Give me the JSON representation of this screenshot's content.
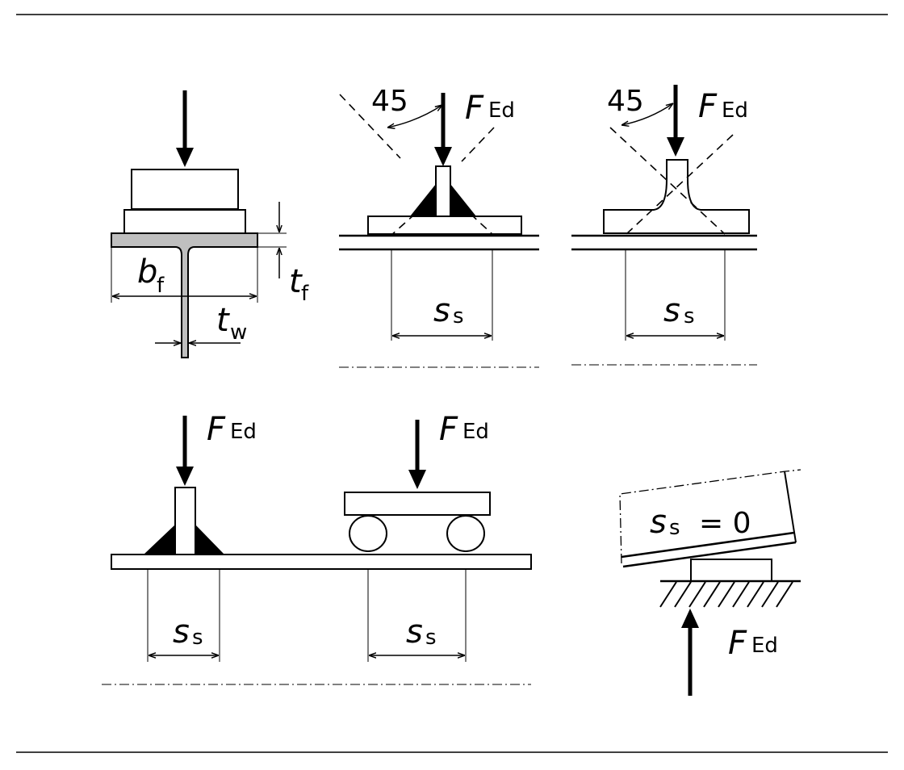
{
  "labels": {
    "b": "b",
    "f": "f",
    "t": "t",
    "w": "w",
    "s": "s",
    "F": "F",
    "Ed": "Ed",
    "angle45": "45",
    "eq_zero": "= 0"
  },
  "colors": {
    "ink": "#000000",
    "flange_fill": "#bfbfbf",
    "paper": "#ffffff"
  }
}
